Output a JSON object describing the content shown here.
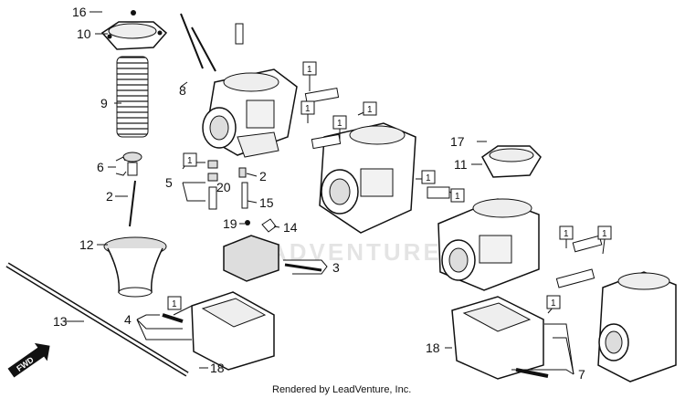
{
  "diagram": {
    "credit": "Rendered by LeadVenture, Inc.",
    "watermark": "ADVENTURE",
    "fwd_label": "FWD",
    "callouts": {
      "c16": "16",
      "c10": "10",
      "c9": "9",
      "c8": "8",
      "c6": "6",
      "c2a": "2",
      "c12": "12",
      "c13": "13",
      "c4": "4",
      "c18a": "18",
      "c5": "5",
      "c20": "20",
      "c2b": "2",
      "c15": "15",
      "c19": "19",
      "c14": "14",
      "c3": "3",
      "c17": "17",
      "c11": "11",
      "c18b": "18",
      "c7": "7"
    },
    "ref_box": "1"
  }
}
